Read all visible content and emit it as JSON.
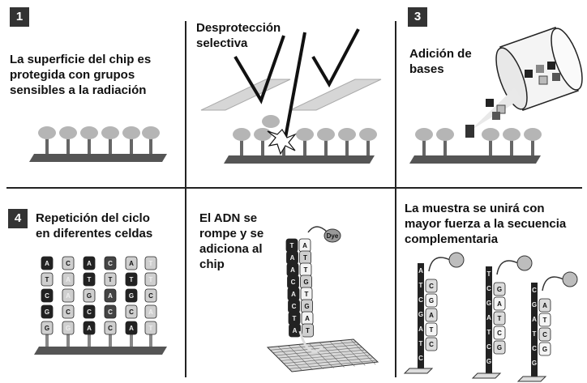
{
  "figure": {
    "panels": [
      {
        "number": "1",
        "caption": "La superficie del chip es\nprotegida con grupos\nsensibles a la radiación"
      },
      {
        "number": "",
        "caption": "Desprotección\nselectiva"
      },
      {
        "number": "3",
        "caption": "Adición de\nbases"
      },
      {
        "number": "4",
        "caption": "Repetición del ciclo\nen diferentes celdas"
      },
      {
        "number": "",
        "caption": "El ADN se\nrompe y se\nadiciona al\nchip"
      },
      {
        "number": "",
        "caption": "La muestra se unirá con\nmayor fuerza a la secuencia\ncomplementaria"
      }
    ],
    "dye_label": "Dye",
    "base_letters": [
      "A",
      "T",
      "C",
      "G"
    ],
    "colors": {
      "dark": "#222222",
      "mid": "#7a7a7a",
      "light": "#cfcfcf",
      "plate": "#444444"
    }
  }
}
